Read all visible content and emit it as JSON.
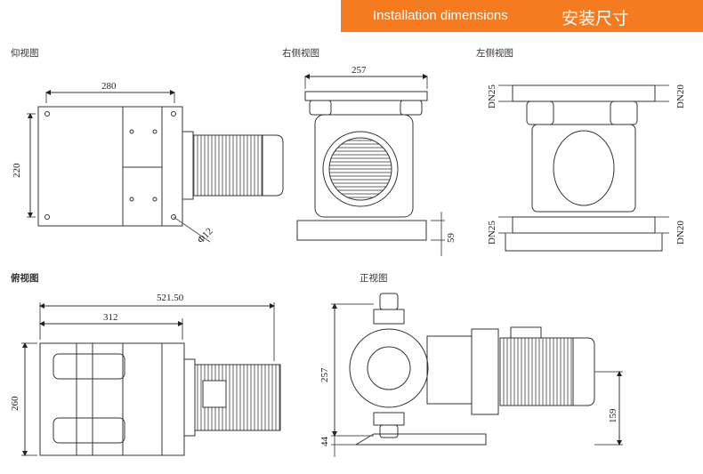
{
  "header": {
    "title_en": "Installation dimensions",
    "title_cn": "安装尺寸",
    "color": "#f47b20"
  },
  "views": {
    "bottom": {
      "label": "仰视图",
      "width": "280",
      "height": "220",
      "hole": "Φ12"
    },
    "right": {
      "label": "右侧视图",
      "width": "257",
      "base": "59"
    },
    "left": {
      "label": "左侧视图",
      "top_left": "DN25",
      "top_right": "DN20",
      "bottom_left": "DN25",
      "bottom_right": "DN20"
    },
    "top": {
      "label": "俯视图",
      "overall": "521.50",
      "inner": "312",
      "height": "260"
    },
    "front": {
      "label": "正视图",
      "height": "257",
      "base": "44",
      "shaft": "159"
    }
  }
}
